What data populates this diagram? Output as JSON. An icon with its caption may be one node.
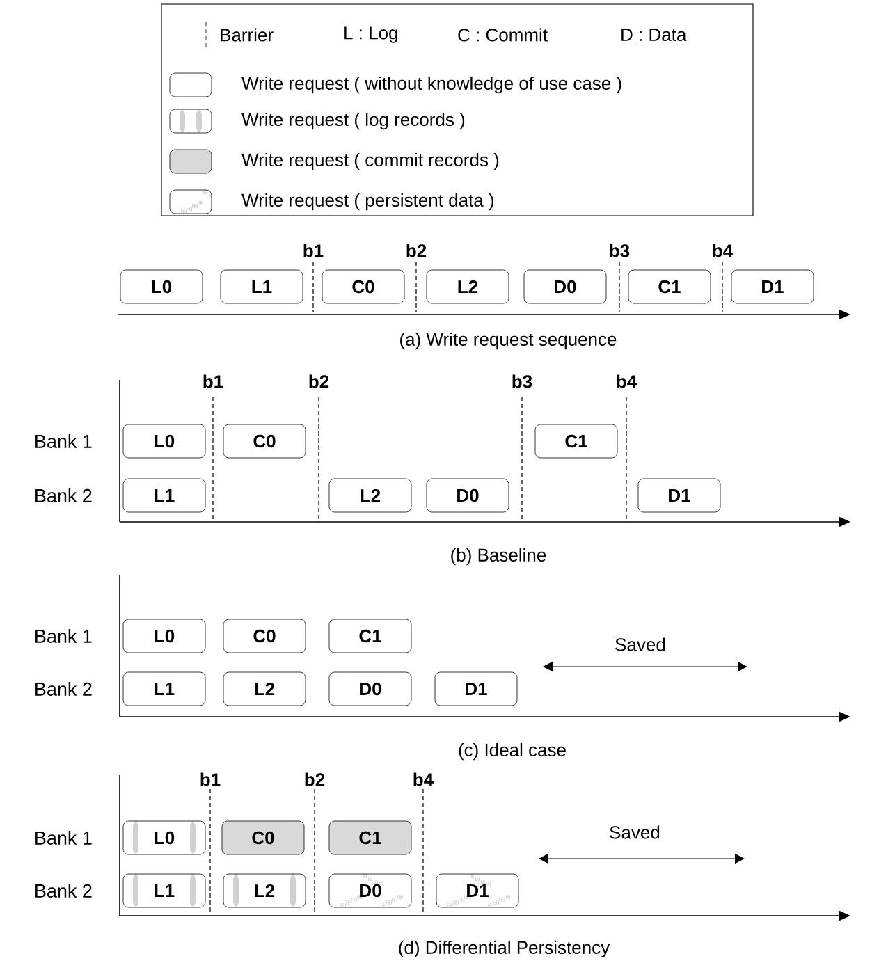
{
  "diagram": {
    "nodes": [
      {
        "text": [
          "L0"
        ]
      },
      {
        "text": [
          "L1"
        ]
      },
      {
        "text": [
          "C0"
        ]
      },
      {
        "text": [
          "L2"
        ]
      },
      {
        "text": [
          "D0"
        ]
      },
      {
        "text": [
          "C1"
        ]
      },
      {
        "text": [
          "D1"
        ]
      },
      {
        "text": [
          "L0"
        ]
      },
      {
        "text": [
          "C0"
        ]
      },
      {
        "text": [
          "C1"
        ]
      },
      {
        "text": [
          "L1"
        ]
      },
      {
        "text": [
          "L2"
        ]
      },
      {
        "text": [
          "D0"
        ]
      },
      {
        "text": [
          "D1"
        ]
      },
      {
        "text": [
          "L0"
        ]
      },
      {
        "text": [
          "C0"
        ]
      },
      {
        "text": [
          "C1"
        ]
      },
      {
        "text": [
          "L1"
        ]
      },
      {
        "text": [
          "L2"
        ]
      },
      {
        "text": [
          "D0"
        ]
      },
      {
        "text": [
          "D1"
        ]
      },
      {
        "text": [
          "L0"
        ]
      },
      {
        "text": [
          "C0"
        ]
      },
      {
        "text": [
          "C1"
        ]
      },
      {
        "text": [
          "L1"
        ]
      },
      {
        "text": [
          "L2"
        ]
      },
      {
        "text": [
          "D0"
        ]
      },
      {
        "text": [
          "D1"
        ]
      }
    ],
    "labels": [
      "L : Log",
      "C : Commit",
      "D : Data",
      "b1",
      "b2",
      "b3",
      "b4",
      "(a) Write request sequence",
      "b1",
      "b2",
      "b3",
      "b4",
      "Bank 1",
      "Bank 2",
      "(b) Baseline",
      "Bank 1",
      "Bank 2",
      "Saved",
      "(c) Ideal case",
      "b1",
      "b2",
      "b4",
      "Bank 1",
      "Bank 2",
      "Saved",
      "(d) Differential Persistency"
    ],
    "legend": [
      {
        "text": "Barrier"
      },
      {
        "text": "Write request ( without knowledge of use case )"
      },
      {
        "text": "Write request ( log records )"
      },
      {
        "text": "Write request ( commit records )"
      },
      {
        "text": "Write request ( persistent data  )"
      }
    ]
  }
}
